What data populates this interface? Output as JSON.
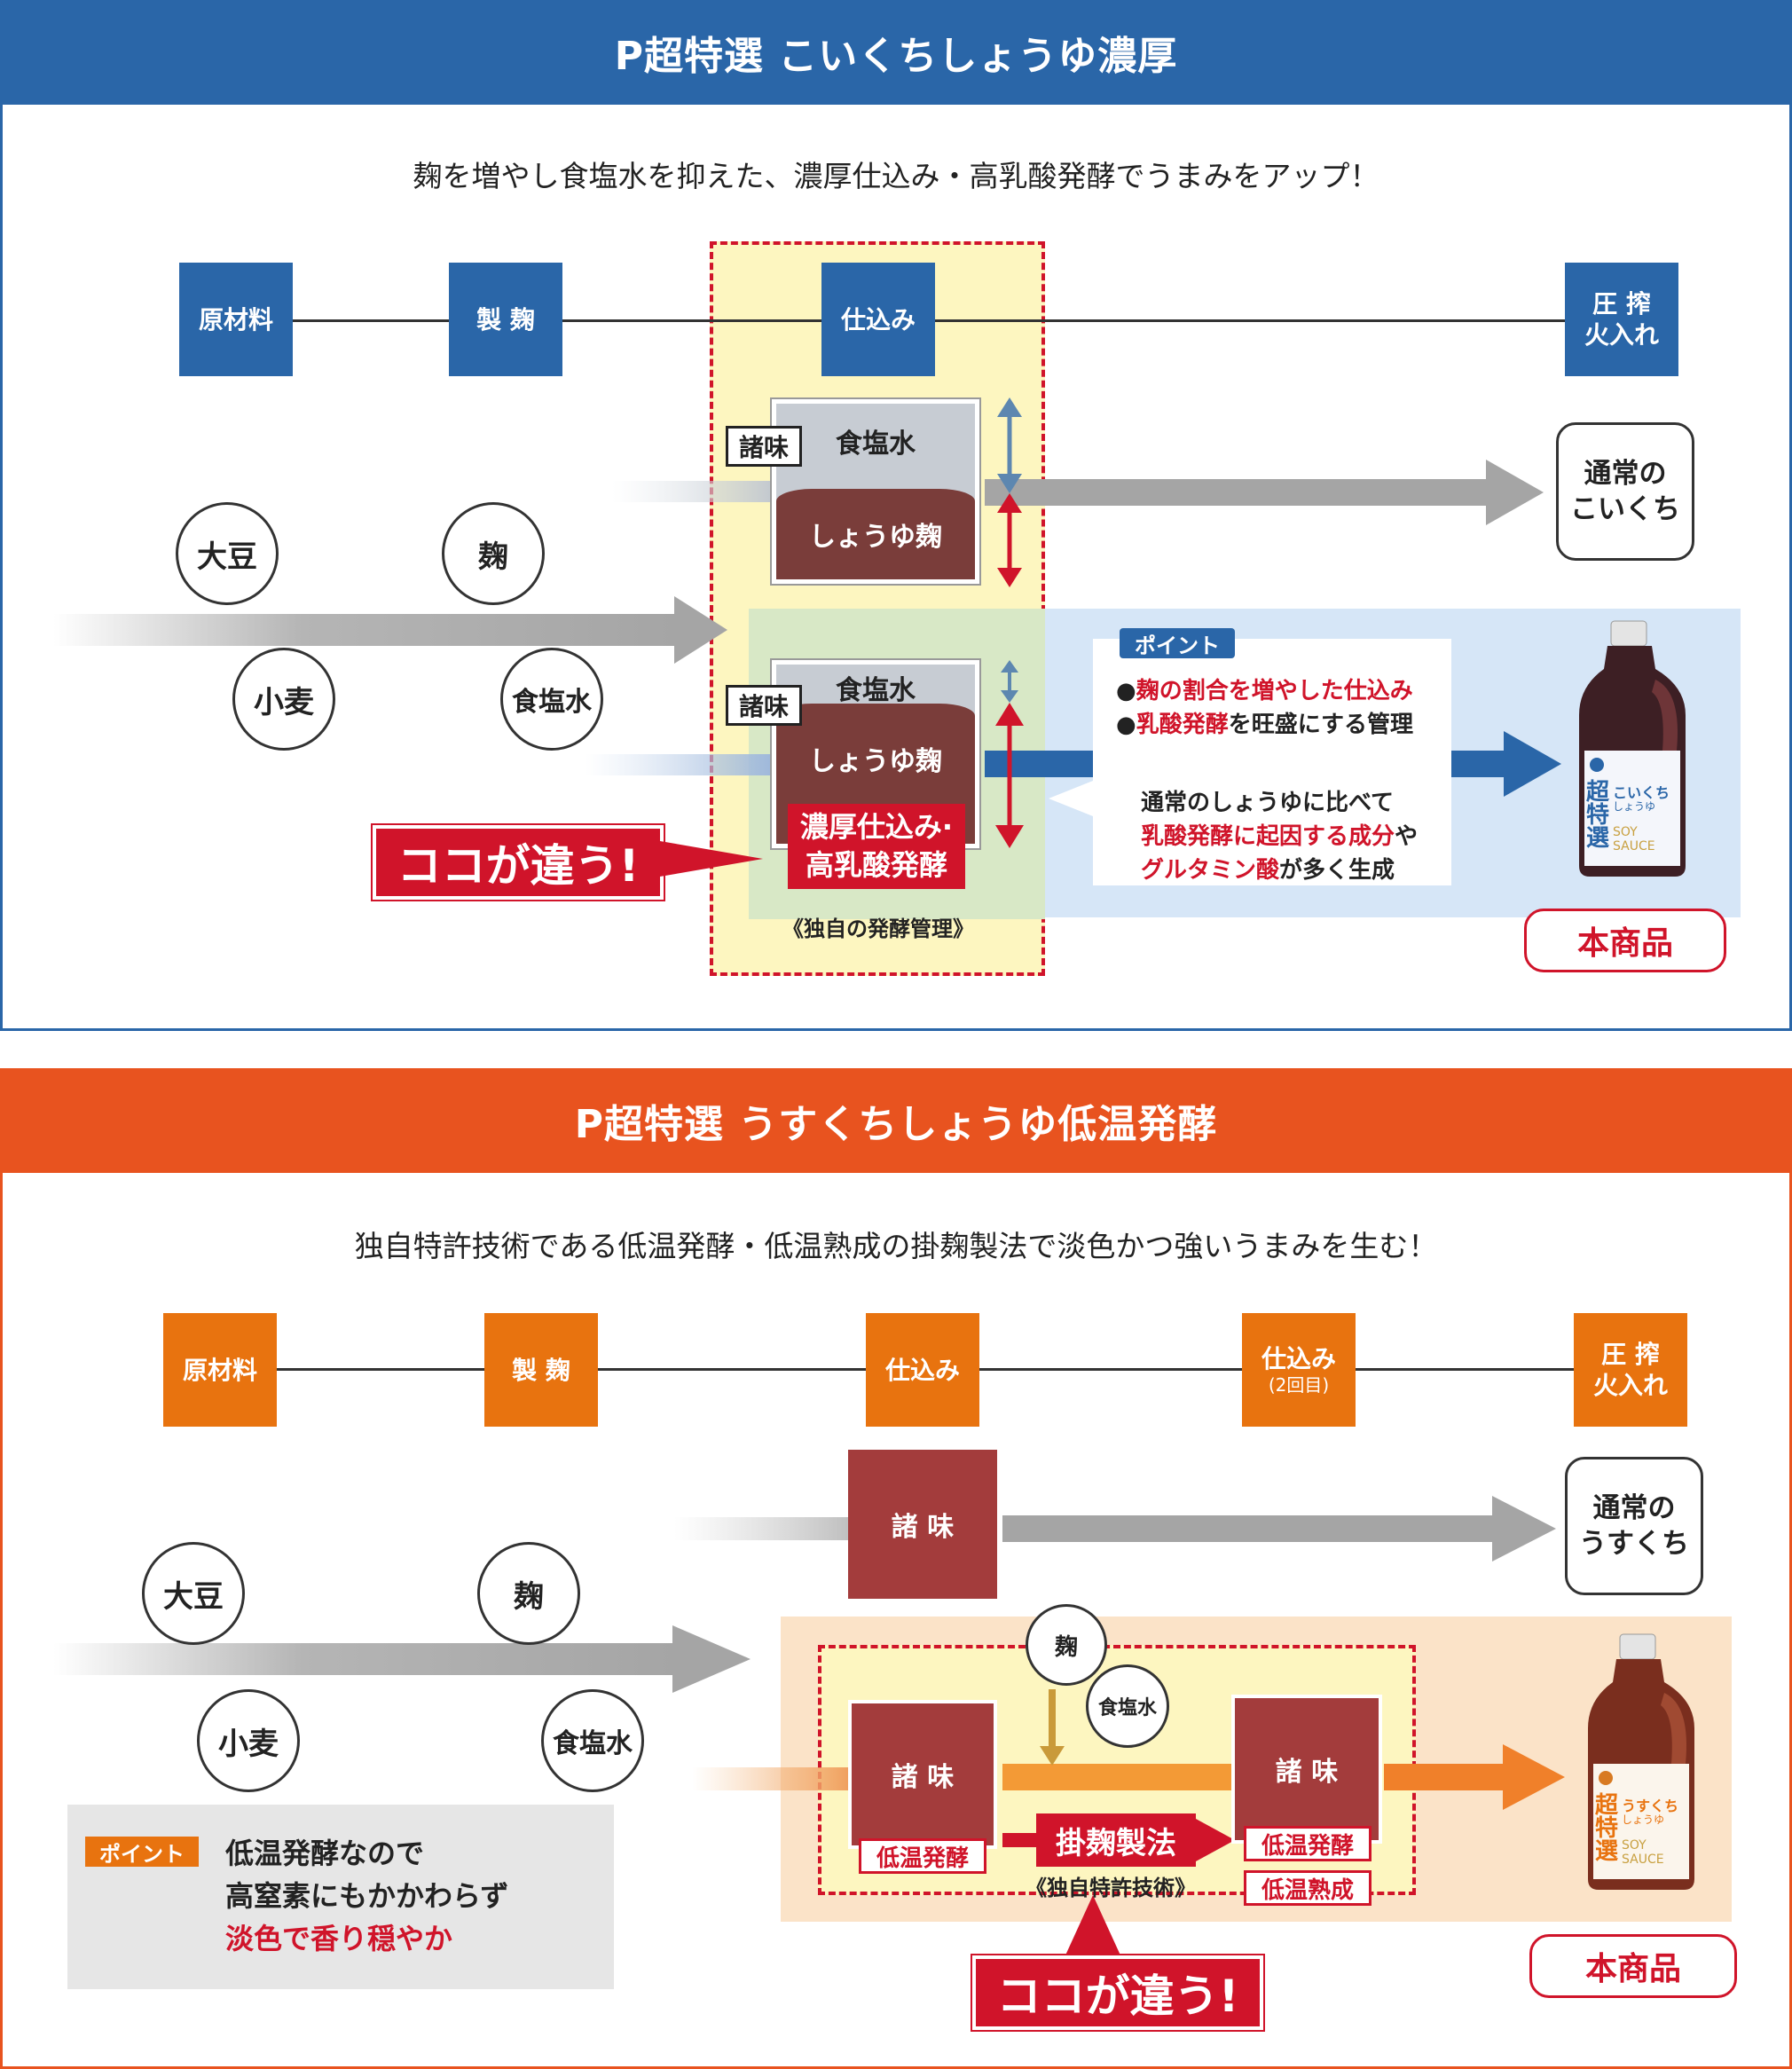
{
  "koikuchi": {
    "title": "P超特選 こいくちしょうゆ濃厚",
    "lead": "麹を増やし食塩水を抑えた、濃厚仕込み・高乳酸発酵でうまみをアップ！",
    "steps": {
      "s1": "原材料",
      "s2": "製 麹",
      "s3": "仕込み",
      "s4a": "圧 搾",
      "s4b": "火入れ"
    },
    "ingredients": {
      "soy": "大豆",
      "koji": "麹",
      "wheat": "小麦",
      "brine": "食塩水"
    },
    "moromi_label": "諸味",
    "brine_label": "食塩水",
    "koji_label": "しょうゆ麹",
    "normal_a": "通常の",
    "normal_b": "こいくち",
    "difference": "ココが違う!",
    "method_a": "濃厚仕込み·",
    "method_b": "高乳酸発酵",
    "own_control": "独自の発酵管理",
    "point_label": "ポイント",
    "point1_red": "麹の割合を増やした仕込み",
    "point2_red": "乳酸発酵",
    "point2_rest": "を旺盛にする管理",
    "note1": "通常のしょうゆに比べて",
    "note2_red": "乳酸発酵に起因する成分",
    "note2_rest": "や",
    "note3_red": "グルタミン酸",
    "note3_rest": "が多く生成",
    "product_label": "本商品",
    "bottle": {
      "l1": "超",
      "l2": "特",
      "l3": "選",
      "side": "こいくち",
      "sub": "しょうゆ",
      "en1": "SOY",
      "en2": "SAUCE"
    }
  },
  "usukuchi": {
    "title": "P超特選 うすくちしょうゆ低温発酵",
    "lead": "独自特許技術である低温発酵・低温熟成の掛麹製法で淡色かつ強いうまみを生む！",
    "steps": {
      "s1": "原材料",
      "s2": "製 麹",
      "s3": "仕込み",
      "s4": "仕込み",
      "s4sub": "(2回目)",
      "s5a": "圧 搾",
      "s5b": "火入れ"
    },
    "ingredients": {
      "soy": "大豆",
      "koji": "麹",
      "wheat": "小麦",
      "brine": "食塩水"
    },
    "moromi": "諸 味",
    "normal_a": "通常の",
    "normal_b": "うすくち",
    "add_koji": "麹",
    "add_brine": "食塩水",
    "low_ferment": "低温発酵",
    "low_mature": "低温熟成",
    "method": "掛麹製法",
    "patent": "独自特許技術",
    "difference": "ココが違う!",
    "point_label": "ポイント",
    "point_l1": "低温発酵なので",
    "point_l2": "高窒素にもかかわらず",
    "point_l3": "淡色で香り穏やか",
    "product_label": "本商品",
    "bottle": {
      "l1": "超",
      "l2": "特",
      "l3": "選",
      "side": "うすくち",
      "sub": "しょうゆ",
      "en1": "SOY",
      "en2": "SAUCE"
    }
  },
  "colors": {
    "blue": "#2a66a8",
    "orange": "#e8531f",
    "step_orange": "#e8730f",
    "moromi": "#a33c3c",
    "koji_brown": "#7a3d3a",
    "red": "#d0142a"
  }
}
